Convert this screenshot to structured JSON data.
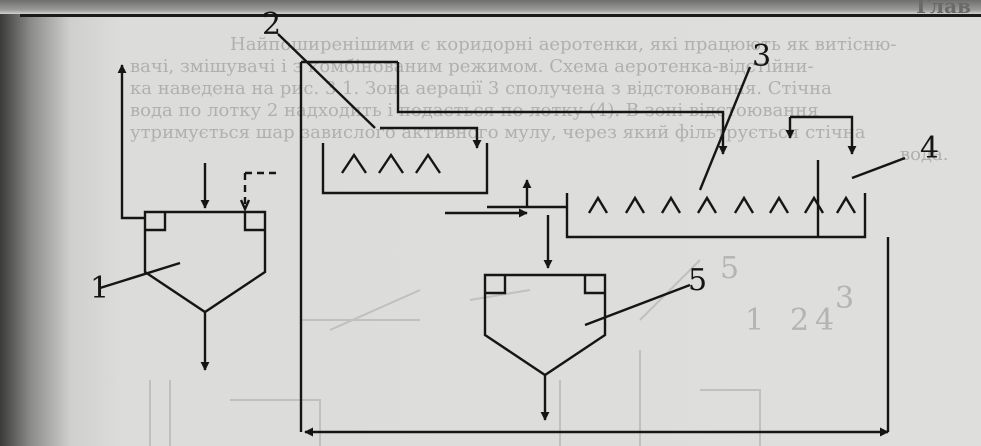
{
  "page_header": {
    "title": "Глав"
  },
  "background_text": [
    "Найпоширенішими є коридорні аеротенки, які працюють як витісню-",
    "вачі, змішувачі і з комбінованим режимом. Схема аеротенка-відстійни-",
    "ка наведена на рис. 3.1. Зона аерації 3 сполучена з відстоювання. Стічна",
    "вода по лотку 2 надходить і подається по лотку (4). В зоні відстоювання",
    "утримується шар завислого активного мулу, через який фільтрується стічна",
    "вода."
  ],
  "diagram": {
    "labels": {
      "primary_clarifier": "1",
      "inlet_channel": "2",
      "aeration_tank": "3",
      "settling_zone": "4",
      "secondary_clarifier": "5"
    },
    "background_figure_numbers": [
      "5",
      "1",
      "2",
      "3",
      "4"
    ]
  },
  "colors": {
    "line": "#151515",
    "paper": "#dcdcda",
    "faint_text": "#b0b0ae"
  }
}
